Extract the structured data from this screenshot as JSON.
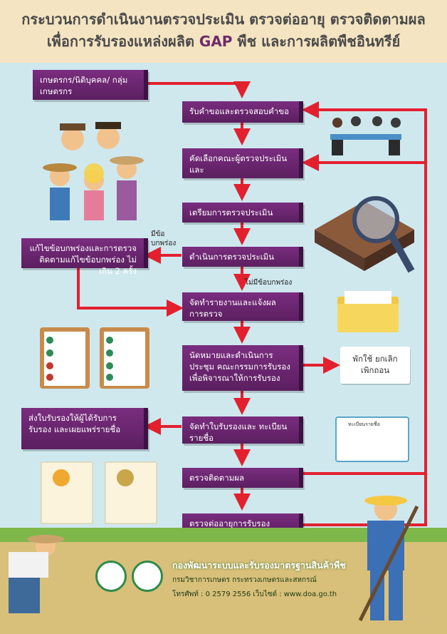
{
  "header": {
    "title_line1": "กระบวนการดำเนินงานตรวจประเมิน ตรวจต่ออายุ ตรวจติดตามผล",
    "title_line2_prefix": "เพื่อการรับรองแหล่งผลิต ",
    "title_line2_gap": "GAP",
    "title_line2_suffix": " พืช และการผลิตพืชอินทรีย์"
  },
  "steps": {
    "applicant": "เกษตรกร/นิติบุคคล/ กลุ่มเกษตรกร",
    "receive": "รับคำขอและตรวจสอบคำขอ",
    "select": "คัดเลือกคณะผู้ตรวจประเมิน และ",
    "prepare": "เตรียมการตรวจประเมิน",
    "perform": "ดำเนินการตรวจประเมิน",
    "fix": "แก้ไขข้อบกพร่องและการตรวจติดตามแก้ไขข้อบกพร่อง ไม่เกิน 2 ครั้ง",
    "report": "จัดทำรายงานและแจ้งผล การตรวจ",
    "meeting": "นัดหมายและดำเนินการประชุม คณะกรรมการรับรอง เพื่อพิจารณาให้การรับรอง",
    "suspend": "พักใช้ ยกเลิก เพิกถอน",
    "certificate": "จัดทำใบรับรองและ ทะเบียนรายชื่อ",
    "deliver": "ส่งใบรับรองให้ผู้ได้รับการ รับรอง และเผยแพร่รายชื่อ",
    "follow_up": "ตรวจติดตามผล",
    "renew": "ตรวจต่ออายุการรับรอง"
  },
  "labels": {
    "has_defect": "มีข้อ บกพร่อง",
    "no_defect": "ไม่มีข้อบกพร่อง",
    "registry_card": "ทะเบียนรายชื่อ"
  },
  "footer": {
    "org": "กองพัฒนาระบบและรับรองมาตรฐานสินค้าพืช",
    "dept": "กรมวิชาการเกษตร กระทรวงเกษตรและสหกรณ์",
    "contact": "โทรศัพท์ : 0 2579 2556 เว็บไซต์ : www.doa.go.th"
  },
  "colors": {
    "box_purple": "#6a2670",
    "arrow_red": "#e3202e",
    "background": "#cfe8ee",
    "header_bg": "#f4e4c1"
  },
  "icons": [
    "farmers-group-illustration",
    "meeting-illustration",
    "magnifier-field-illustration",
    "folder-icon",
    "checklist-icon",
    "certificate-icon",
    "registry-card-icon",
    "farmer-illustration"
  ]
}
